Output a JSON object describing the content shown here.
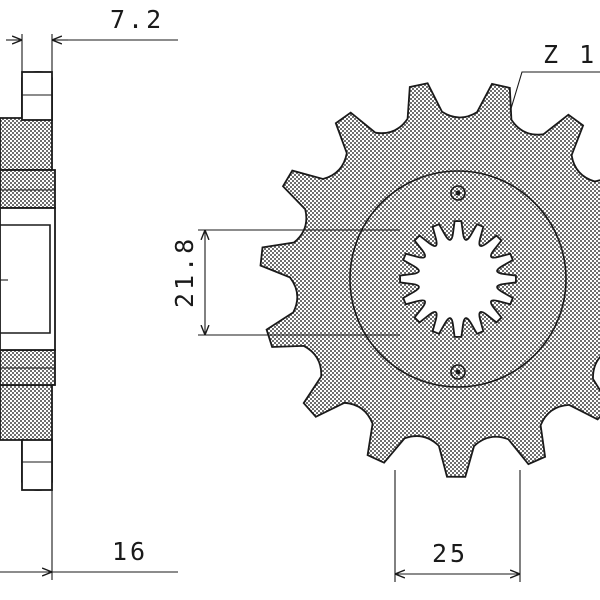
{
  "dimensions": {
    "hub_width": "7.2",
    "tooth_count": "Z 1",
    "spline_diameter": "21.8",
    "overall_width": "16",
    "bolt_spacing": "25"
  },
  "colors": {
    "ink": "#1a1a1a",
    "fill": "#8a8a8a",
    "background": "#ffffff"
  }
}
